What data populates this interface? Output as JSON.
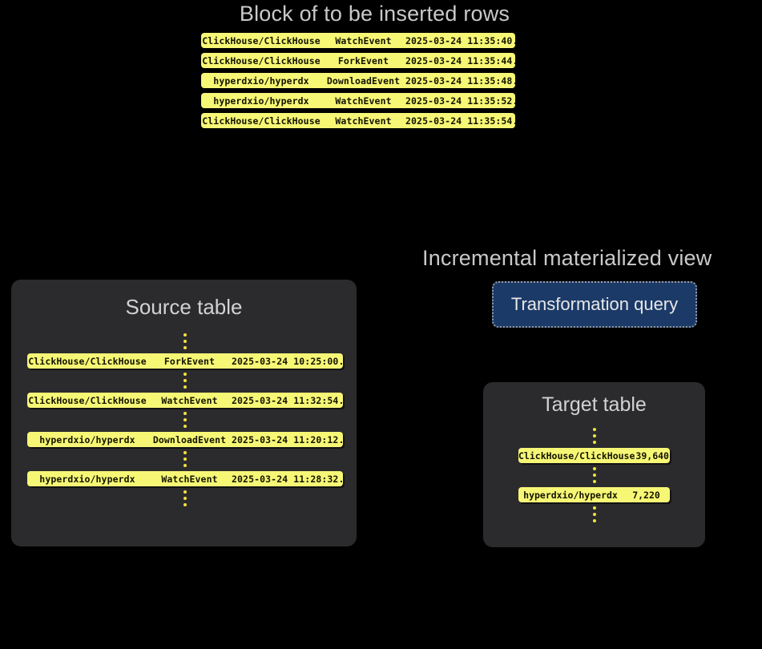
{
  "diagram": {
    "insert_block": {
      "title": "Block of to be inserted rows",
      "rows": [
        {
          "repo": "ClickHouse/ClickHouse",
          "event": "WatchEvent",
          "time": "2025-03-24 11:35:40",
          "dots": "..."
        },
        {
          "repo": "ClickHouse/ClickHouse",
          "event": "ForkEvent",
          "time": "2025-03-24 11:35:44",
          "dots": "..."
        },
        {
          "repo": "hyperdxio/hyperdx",
          "event": "DownloadEvent",
          "time": "2025-03-24 11:35:48",
          "dots": "..."
        },
        {
          "repo": "hyperdxio/hyperdx",
          "event": "WatchEvent",
          "time": "2025-03-24 11:35:52",
          "dots": "..."
        },
        {
          "repo": "ClickHouse/ClickHouse",
          "event": "WatchEvent",
          "time": "2025-03-24 11:35:54",
          "dots": "..."
        }
      ]
    },
    "source_table": {
      "title": "Source table",
      "rows": [
        {
          "repo": "ClickHouse/ClickHouse",
          "event": "ForkEvent",
          "time": "2025-03-24 10:25:00",
          "dots": "..."
        },
        {
          "repo": "ClickHouse/ClickHouse",
          "event": "WatchEvent",
          "time": "2025-03-24 11:32:54",
          "dots": "..."
        },
        {
          "repo": "hyperdxio/hyperdx",
          "event": "DownloadEvent",
          "time": "2025-03-24 11:20:12",
          "dots": "..."
        },
        {
          "repo": "hyperdxio/hyperdx",
          "event": "WatchEvent",
          "time": "2025-03-24 11:28:32",
          "dots": "..."
        }
      ]
    },
    "materialized_view": {
      "title": "Incremental materialized view",
      "query_label": "Transformation query"
    },
    "target_table": {
      "title": "Target table",
      "rows": [
        {
          "repo": "ClickHouse/ClickHouse",
          "count": "39,640"
        },
        {
          "repo": "hyperdxio/hyperdx",
          "count": "7,220"
        }
      ]
    },
    "colors": {
      "background": "#000000",
      "panel": "#2b2b2e",
      "row_yellow": "#f7f776",
      "query_blue": "#1b3a68",
      "heading_text": "#c9c9c9",
      "ellipsis_dot": "#f3e23a"
    }
  }
}
